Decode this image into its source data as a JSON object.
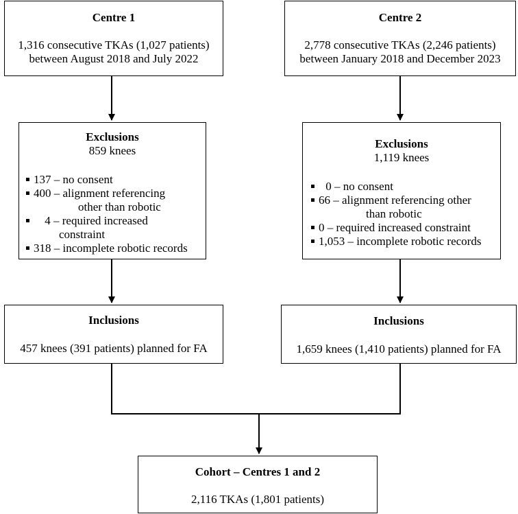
{
  "centre1": {
    "title": "Centre 1",
    "line1": "1,316 consecutive TKAs (1,027 patients)",
    "line2": "between August 2018 and July 2022"
  },
  "centre2": {
    "title": "Centre 2",
    "line1": "2,778 consecutive TKAs (2,246 patients)",
    "line2": "between January 2018 and December 2023"
  },
  "exclusions1": {
    "title": "Exclusions",
    "count": "859 knees",
    "items": [
      {
        "text": "137 – no consent"
      },
      {
        "text": "400 – alignment referencing",
        "cont": "other than robotic"
      },
      {
        "text": "  4 – required increased",
        "cont": "constraint"
      },
      {
        "text": "318 – incomplete robotic records"
      }
    ]
  },
  "exclusions2": {
    "title": "Exclusions",
    "count": "1,119 knees",
    "items": [
      {
        "text": " 0 – no consent"
      },
      {
        "text": "66 – alignment referencing other",
        "cont": "than robotic"
      },
      {
        "text": "0 – required increased constraint"
      },
      {
        "text": "1,053 – incomplete robotic records"
      }
    ]
  },
  "inclusions1": {
    "title": "Inclusions",
    "line": "457 knees (391 patients) planned for FA"
  },
  "inclusions2": {
    "title": "Inclusions",
    "line": "1,659 knees (1,410 patients) planned for FA"
  },
  "cohort": {
    "title": "Cohort – Centres 1 and 2",
    "line": "2,116 TKAs (1,801 patients)"
  }
}
